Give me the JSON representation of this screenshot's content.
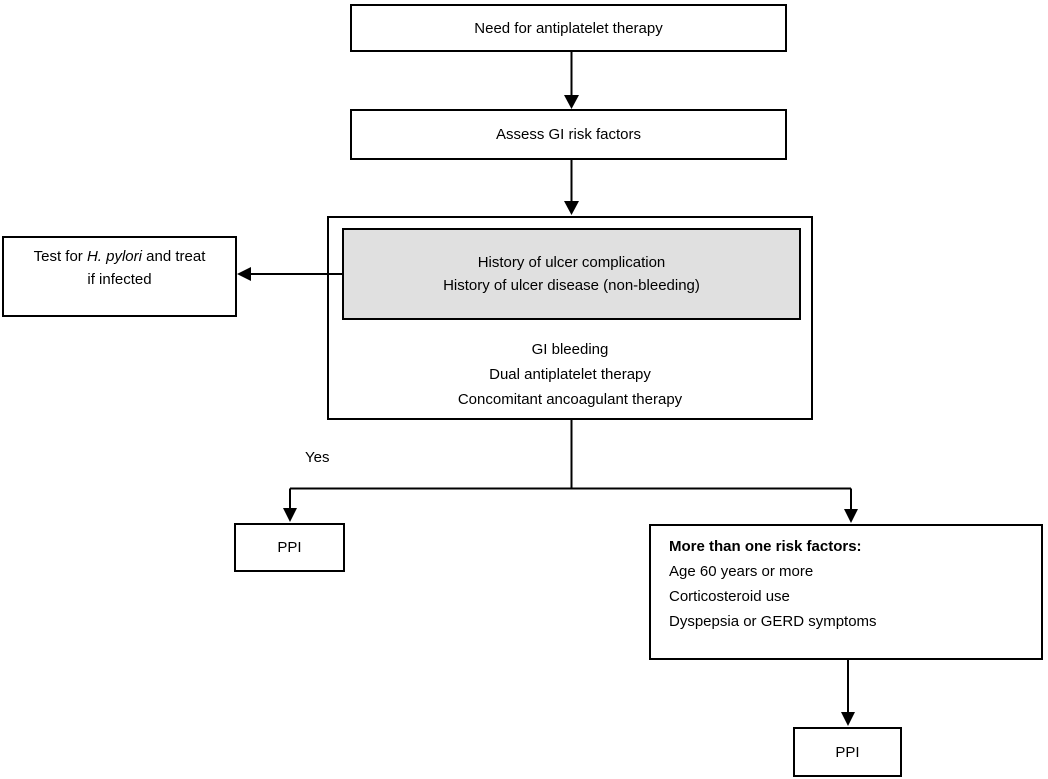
{
  "diagram": {
    "nodes": {
      "need": {
        "text": "Need for antiplatelet therapy"
      },
      "assess": {
        "text": "Assess GI risk factors"
      },
      "history": {
        "lines": [
          "History of ulcer complication",
          "History of ulcer disease (non-bleeding)"
        ]
      },
      "gi_risks": {
        "lines": [
          "GI bleeding",
          "Dual antiplatelet therapy",
          "Concomitant ancoagulant therapy"
        ]
      },
      "test_hp": {
        "prefix": "Test for ",
        "italic": "H. pylori",
        "suffix": " and treat if infected"
      },
      "ppi_left": {
        "text": "PPI"
      },
      "risk_factors": {
        "heading": "More than one risk factors:",
        "items": [
          "Age 60 years or more",
          "Corticosteroid use",
          "Dyspepsia or GERD symptoms"
        ]
      },
      "ppi_bottom": {
        "text": "PPI"
      }
    },
    "labels": {
      "yes": "Yes"
    },
    "colors": {
      "border": "#000000",
      "shaded_fill": "#e0e0e0",
      "background": "#ffffff"
    }
  }
}
